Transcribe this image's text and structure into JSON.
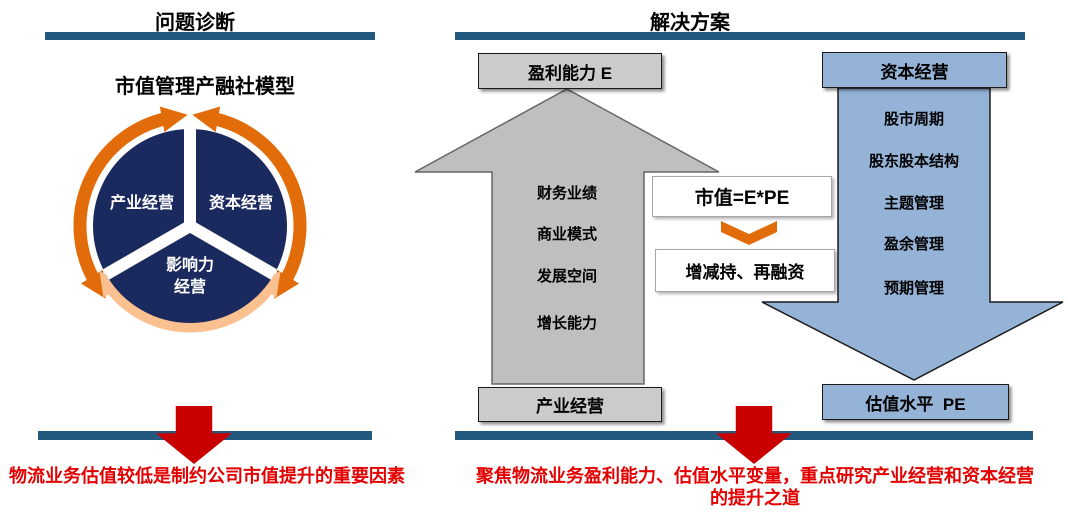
{
  "colors": {
    "bar_blue": "#24597F",
    "navy_circle": "#1B2A5E",
    "orange_dark": "#E36C0A",
    "orange_light": "#FAC090",
    "gray_arrow": "#BFBFBF",
    "gray_box": "#CBCBCB",
    "blue_fill": "#95B3D7",
    "red_arrow": "#C80000",
    "red_text": "#E30000"
  },
  "left_panel": {
    "header": "问题诊断",
    "model_title": "市值管理产融社模型",
    "model": {
      "segment_left": "产业经营",
      "segment_right": "资本经营",
      "segment_bottom_line1": "影响力",
      "segment_bottom_line2": "经营"
    },
    "caption": "物流业务估值较低是制约公司市值提升的重要因素"
  },
  "right_panel": {
    "header": "解决方案",
    "profit_column": {
      "header_box": "盈利能力 E",
      "items": [
        "财务业绩",
        "商业模式",
        "发展空间",
        "增长能力"
      ],
      "footer_box": "产业经营"
    },
    "valuation_column": {
      "header_box": "资本经营",
      "items": [
        "股市周期",
        "股东股本结构",
        "主题管理",
        "盈余管理",
        "预期管理"
      ],
      "footer_box": "估值水平  PE"
    },
    "middle": {
      "formula": "市值=E*PE",
      "action": "增减持、再融资"
    },
    "caption_line1": "聚焦物流业务盈利能力、估值水平变量，重点研究产业经营和资本经营",
    "caption_line2": "的提升之道"
  }
}
